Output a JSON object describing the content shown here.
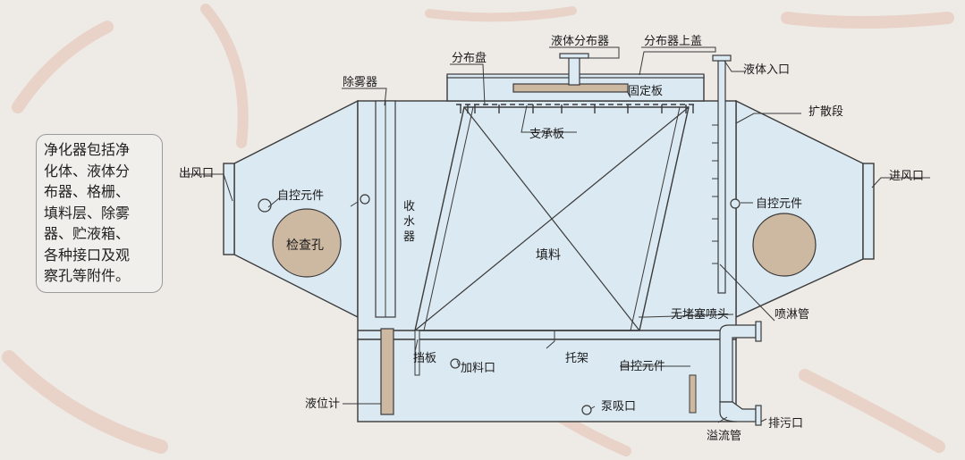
{
  "colors": {
    "background": "#eeebe6",
    "watermark": "#e8cfc4",
    "vessel_fill": "#dbe9f2",
    "outline": "#3a3a3a",
    "window_fill": "#cdb8a2",
    "text": "#1a1a1a"
  },
  "note": {
    "lines": [
      "净化器包括净",
      "化体、液体分",
      "布器、格栅、",
      "填料层、除雾",
      "器、贮液箱、",
      "各种接口及观",
      "察孔等附件。"
    ]
  },
  "labels": {
    "liquid_distributor": "液体分布器",
    "distributor_cover": "分布器上盖",
    "distribution_tray": "分布盘",
    "liquid_inlet": "液体入口",
    "demister": "除雾器",
    "fixing_plate": "固定板",
    "support_plate": "支承板",
    "diffuser": "扩散段",
    "air_outlet": "出风口",
    "air_inlet": "进风口",
    "auto_control_left": "自控元件",
    "auto_control_right": "自控元件",
    "inspection_hole": "检查孔",
    "water_collector": [
      "收",
      "水",
      "器"
    ],
    "packing": "填料",
    "non_clog_nozzle": "无堵塞喷头",
    "spray_pipe": "喷淋管",
    "baffle": "挡板",
    "feed_port": "加料口",
    "bracket": "托架",
    "auto_control_tank": "自控元件",
    "level_gauge": "液位计",
    "pump_suction": "泵吸口",
    "drain_port": "排污口",
    "overflow_pipe": "溢流管"
  }
}
